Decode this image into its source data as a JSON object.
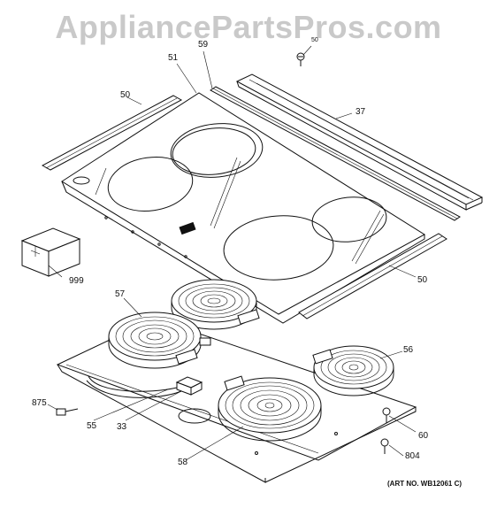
{
  "watermark": "AppliancePartsPros.com",
  "callouts": {
    "c51": "51",
    "c59": "59",
    "c50a": "50",
    "c50top": "50",
    "c37": "37",
    "c50b": "50",
    "c999": "999",
    "c57": "57",
    "c56": "56",
    "c875": "875",
    "c55": "55",
    "c33": "33",
    "c60": "60",
    "c804": "804",
    "c58": "58"
  },
  "art_number": "(ART NO. WB12061 C)"
}
